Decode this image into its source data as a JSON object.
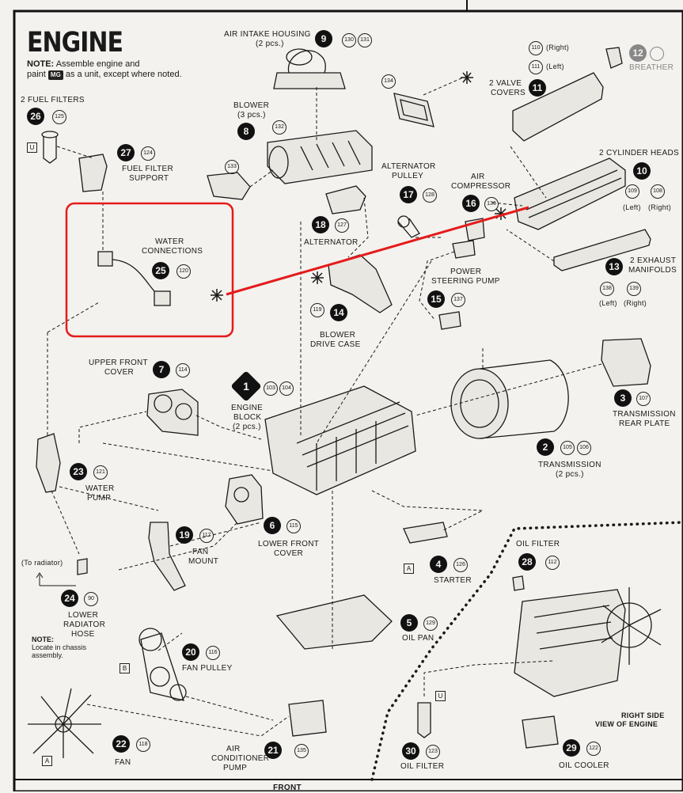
{
  "header": {
    "title": "ENGINE",
    "note_label": "NOTE:",
    "note_line1": "Assemble engine and",
    "note_line2_pre": "paint",
    "note_paint": "MG",
    "note_line2_post": "as a unit, except where noted."
  },
  "callouts": {
    "p9": {
      "label": "AIR INTAKE HOUSING",
      "sub": "(2 pcs.)",
      "num": "9",
      "refs": [
        "130",
        "131"
      ]
    },
    "p12": {
      "label": "BREATHER",
      "num": "12"
    },
    "p11": {
      "label1": "2 VALVE",
      "label2": "COVERS",
      "num": "11",
      "ref_a": "110",
      "ref_a_note": "(Right)",
      "ref_b": "111",
      "ref_b_note": "(Left)"
    },
    "p134": {
      "ref": "134"
    },
    "p26": {
      "label": "2 FUEL FILTERS",
      "num": "26",
      "ref": "125",
      "box": "U"
    },
    "p8": {
      "label": "BLOWER",
      "sub": "(3 pcs.)",
      "num": "8",
      "ref": "132"
    },
    "p27": {
      "label1": "FUEL FILTER",
      "label2": "SUPPORT",
      "num": "27",
      "ref": "124"
    },
    "p133": {
      "ref": "133"
    },
    "p10": {
      "label": "2 CYLINDER HEADS",
      "num": "10",
      "ref_a": "109",
      "ref_a_note": "(Left)",
      "ref_b": "108",
      "ref_b_note": "(Right)"
    },
    "p17": {
      "label1": "ALTERNATOR",
      "label2": "PULLEY",
      "num": "17",
      "ref": "128"
    },
    "p16": {
      "label1": "AIR",
      "label2": "COMPRESSOR",
      "num": "16",
      "ref": "136"
    },
    "p18": {
      "label": "ALTERNATOR",
      "num": "18",
      "ref": "127"
    },
    "p25": {
      "label1": "WATER",
      "label2": "CONNECTIONS",
      "num": "25",
      "ref": "120"
    },
    "p13": {
      "label1": "2 EXHAUST",
      "label2": "MANIFOLDS",
      "num": "13",
      "ref_a": "138",
      "ref_a_note": "(Left)",
      "ref_b": "139",
      "ref_b_note": "(Right)"
    },
    "p15": {
      "label1": "POWER",
      "label2": "STEERING PUMP",
      "num": "15",
      "ref": "137"
    },
    "p14": {
      "label1": "BLOWER",
      "label2": "DRIVE CASE",
      "num": "14",
      "ref": "119"
    },
    "p7": {
      "label1": "UPPER FRONT",
      "label2": "COVER",
      "num": "7",
      "ref": "114"
    },
    "p1": {
      "label1": "ENGINE",
      "label2": "BLOCK",
      "sub": "(2 pcs.)",
      "num": "1",
      "refs": [
        "103",
        "104"
      ]
    },
    "p3": {
      "label1": "TRANSMISSION",
      "label2": "REAR PLATE",
      "num": "3",
      "ref": "107"
    },
    "p2": {
      "label": "TRANSMISSION",
      "sub": "(2 pcs.)",
      "num": "2",
      "refs": [
        "105",
        "106"
      ]
    },
    "p23": {
      "label1": "WATER",
      "label2": "PUMP",
      "num": "23",
      "ref": "121"
    },
    "p6": {
      "label1": "LOWER FRONT",
      "label2": "COVER",
      "num": "6",
      "ref": "115"
    },
    "p19": {
      "label1": "FAN",
      "label2": "MOUNT",
      "num": "19",
      "ref": "117"
    },
    "p4": {
      "label": "STARTER",
      "num": "4",
      "ref": "126",
      "box": "A"
    },
    "p28": {
      "label": "OIL FILTER",
      "num": "28",
      "ref": "112"
    },
    "p24": {
      "label1": "LOWER",
      "label2": "RADIATOR",
      "label3": "HOSE",
      "num": "24",
      "ref": "90",
      "to_radiator": "(To radiator)"
    },
    "p5": {
      "label": "OIL PAN",
      "num": "5",
      "ref": "129"
    },
    "note_chassis": {
      "label": "NOTE:",
      "line1": "Locate in chassis",
      "line2": "assembly."
    },
    "p20": {
      "label": "FAN PULLEY",
      "num": "20",
      "ref": "116",
      "box": "B"
    },
    "side_view": {
      "line1": "RIGHT SIDE",
      "line2": "VIEW OF ENGINE"
    },
    "p22": {
      "label": "FAN",
      "num": "22",
      "ref": "118",
      "box": "A"
    },
    "p21": {
      "label1": "AIR",
      "label2": "CONDITIONER",
      "label3": "PUMP",
      "num": "21",
      "ref": "135"
    },
    "p30": {
      "label": "OIL FILTER",
      "num": "30",
      "ref": "123",
      "box": "U"
    },
    "p29": {
      "label": "OIL COOLER",
      "num": "29",
      "ref": "122"
    }
  },
  "footer": {
    "partial": "FRONT"
  },
  "colors": {
    "highlight": "#e41b1b",
    "ink": "#1a1a1a",
    "paper": "#f3f2ee"
  }
}
